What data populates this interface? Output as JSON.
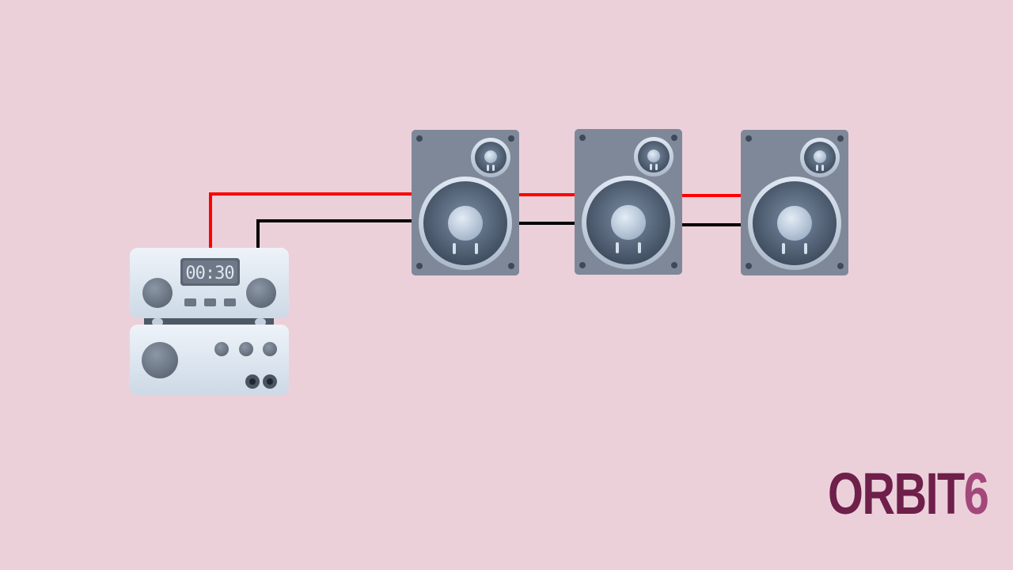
{
  "diagram": {
    "description_free": true,
    "amplifier": {
      "clock_display": "00:30"
    },
    "speakers": [
      {
        "id": "speaker-1"
      },
      {
        "id": "speaker-2"
      },
      {
        "id": "speaker-3"
      }
    ],
    "wires": {
      "positive_color": "#ff0000",
      "negative_color": "#000000"
    }
  },
  "colors": {
    "background": "#ebd0da",
    "speaker_body": "#7f8898",
    "amp_body": "#dde6f0",
    "logo_primary": "#6e1f4a",
    "logo_accent": "#a3487a"
  },
  "logo": {
    "word": "ORBIT",
    "number": "6"
  }
}
